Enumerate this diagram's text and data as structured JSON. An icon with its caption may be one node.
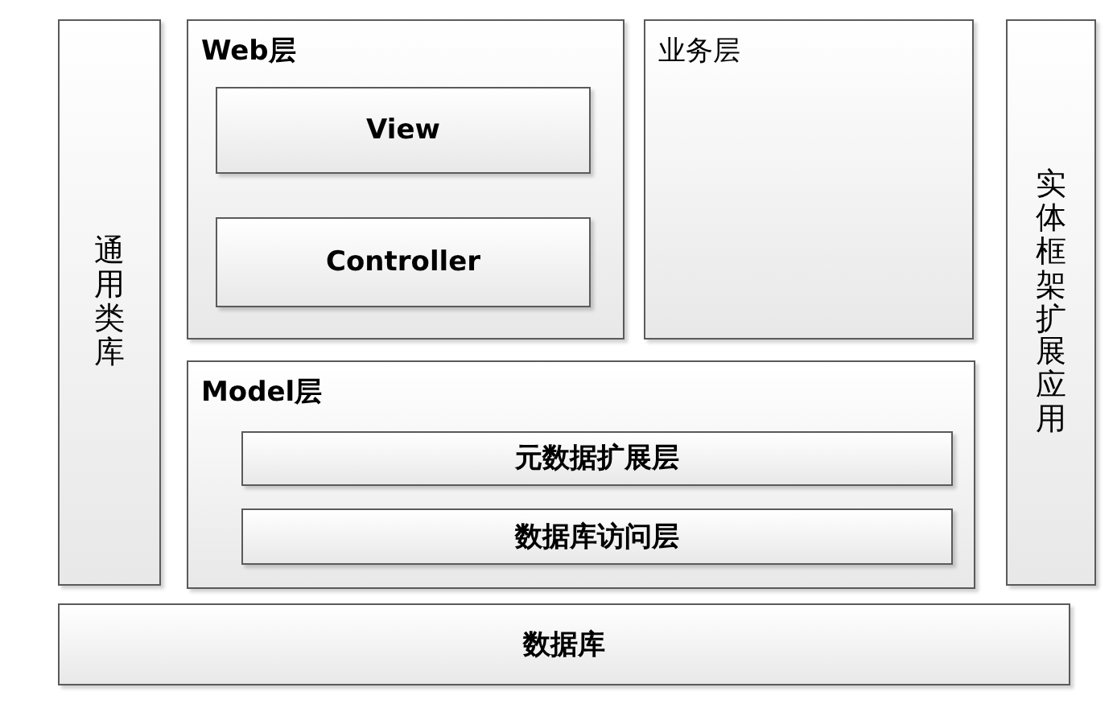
{
  "diagram": {
    "nodes": [
      {
        "text": [
          "通用类库"
        ]
      },
      {
        "text": [
          "Web层"
        ]
      },
      {
        "text": [
          "View"
        ],
        "in": 1
      },
      {
        "text": [
          "Controller"
        ],
        "in": 1
      },
      {
        "text": [
          "业务层"
        ]
      },
      {
        "text": [
          "实体框架扩展应用"
        ]
      },
      {
        "text": [
          "Model层"
        ]
      },
      {
        "text": [
          "元数据扩展层"
        ],
        "in": 6
      },
      {
        "text": [
          "数据库访问层"
        ],
        "in": 6
      },
      {
        "text": [
          "数据库"
        ]
      }
    ]
  }
}
